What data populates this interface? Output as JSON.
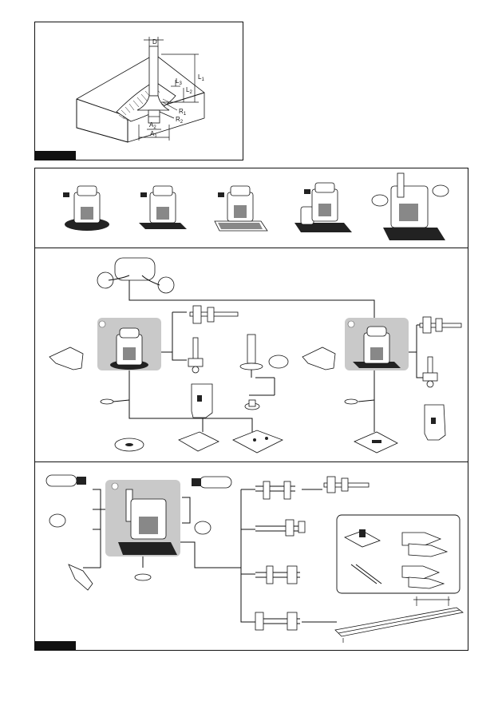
{
  "figure1": {
    "labels": {
      "d": "D",
      "l1": "L",
      "l1_sub": "1",
      "l2": "L",
      "l2_sub": "2",
      "l3": "L",
      "l3_sub": "3",
      "r1": "R",
      "r1_sub": "1",
      "r2": "R",
      "r2_sub": "2",
      "a1": "A",
      "a1_sub": "1",
      "a2": "A",
      "a2_sub": "2"
    }
  },
  "colors": {
    "ink": "#111111",
    "panel_gray": "#c9c9c9"
  }
}
